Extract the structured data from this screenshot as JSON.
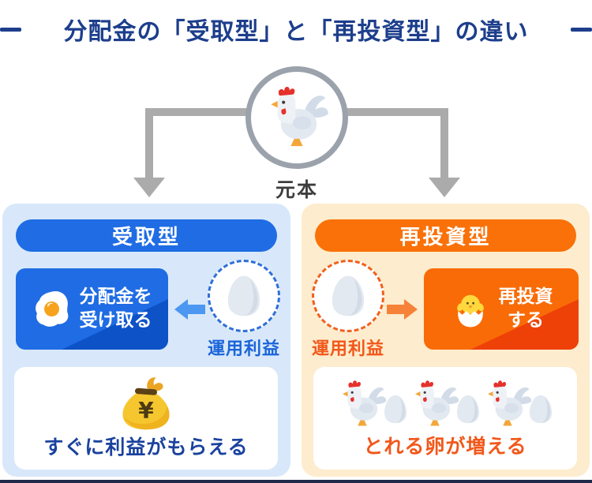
{
  "title": {
    "text": "分配金の「受取型」と「再投資型」の違い"
  },
  "principal": {
    "label": "元本",
    "icon": "hen-icon"
  },
  "panels": {
    "left": {
      "header": "受取型",
      "action": {
        "line1": "分配金を",
        "line2": "受け取る",
        "icon": "fried-egg-icon"
      },
      "profit_label": "運用利益",
      "result_text": "すぐに利益がもらえる",
      "result_icon": "money-bag-icon",
      "money_symbol": "¥",
      "accent_color": "#1f6ce4"
    },
    "right": {
      "header": "再投資型",
      "action": {
        "line1": "再投資",
        "line2": "する",
        "icon": "chick-hatching-icon"
      },
      "profit_label": "運用利益",
      "result_text": "とれる卵が増える",
      "result_icon": "hen-and-egg-icons",
      "chicken_count": 3,
      "accent_color": "#f97108"
    }
  },
  "colors": {
    "title_navy": "#1d3e8c",
    "arrow_gray": "#ababab",
    "left_panel_bg": "#d8e8fa",
    "right_panel_bg": "#fdeccd",
    "blue_accent": "#1f6ce4",
    "blue_dark": "#0d52c6",
    "blue_arrow": "#4b97f2",
    "orange_accent": "#f97108",
    "orange_dark": "#ee4108",
    "orange_text": "#f2571a",
    "bottom_strip": "#20294a"
  }
}
